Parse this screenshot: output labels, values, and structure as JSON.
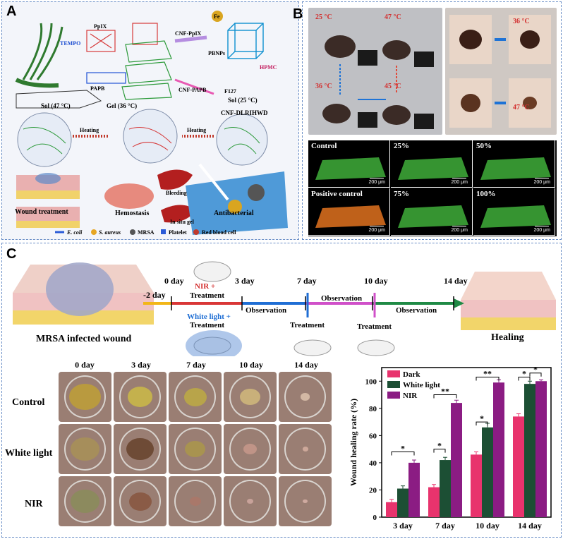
{
  "panels": {
    "a": "A",
    "b": "B",
    "c": "C"
  },
  "panel_a": {
    "tempo": "TEMPO",
    "ppix": "PpIX",
    "papb": "PAPB",
    "cnf_ppix": "CNF-PpIX",
    "cnf_papb": "CNF-PAPB",
    "pbnps": "PBNPs",
    "fe_label": "Fe",
    "f127": "F127",
    "hpmc": "HPMC",
    "sol47": "Sol (47 °C)",
    "sol25": "Sol (25 °C)",
    "gel36": "Gel (36 °C)",
    "cnf_dlrihwd": "CNF-DLRIHWD",
    "heating1": "Heating",
    "heating2": "Heating",
    "bleeding": "Bleeding",
    "in_situ_gel": "In situ gel",
    "wound_treatment": "Wound treatment",
    "hemostasis": "Hemostasis",
    "antibacterial": "Antibacterial",
    "legend": [
      "E. coli",
      "S. aureus",
      "MRSA",
      "Platelet",
      "Red blood cell"
    ]
  },
  "panel_b": {
    "temps": [
      "25 °C",
      "47 °C",
      "36 °C",
      "45 °C"
    ],
    "skin_temps": [
      "36 °C",
      "47 °C"
    ],
    "confocal": [
      {
        "label": "Control",
        "scale": "200 μm",
        "color": "#3fae3a"
      },
      {
        "label": "25%",
        "scale": "200 μm",
        "color": "#3fae3a"
      },
      {
        "label": "50%",
        "scale": "200 μm",
        "color": "#3fae3a"
      },
      {
        "label": "Positive control",
        "scale": "200 μm",
        "color": "#e0721f"
      },
      {
        "label": "75%",
        "scale": "200 μm",
        "color": "#3fae3a"
      },
      {
        "label": "100%",
        "scale": "200 μm",
        "color": "#3fae3a"
      }
    ]
  },
  "panel_c": {
    "mrsa": "MRSA infected wound",
    "healing": "Healing",
    "days": [
      "-2 day",
      "0 day",
      "3 day",
      "7 day",
      "10 day",
      "14 day"
    ],
    "nir_plus": "NIR +",
    "treatment1": "Treatment",
    "white_plus": "White light +",
    "treatment2": "Treatment",
    "observation1": "Observation",
    "observation2": "Observation",
    "observation3": "Observation",
    "treatment3": "Treatment",
    "treatment4": "Treatment",
    "photo_cols": [
      "0 day",
      "3 day",
      "7 day",
      "10 day",
      "14 day"
    ],
    "photo_rows": [
      "Control",
      "White light",
      "NIR"
    ]
  },
  "chart_data": {
    "type": "bar",
    "categories": [
      "3 day",
      "7 day",
      "10 day",
      "14 day"
    ],
    "series": [
      {
        "name": "Dark",
        "values": [
          11,
          22,
          46,
          74
        ],
        "errors": [
          2,
          2,
          2,
          2
        ],
        "color": "#e8336d"
      },
      {
        "name": "White light",
        "values": [
          21,
          42,
          66,
          98
        ],
        "errors": [
          2,
          2,
          3,
          2
        ],
        "color": "#1c4f34"
      },
      {
        "name": "NIR",
        "values": [
          40,
          84,
          99,
          100
        ],
        "errors": [
          2,
          2,
          2,
          1
        ],
        "color": "#8b1c83"
      }
    ],
    "xlabel": "",
    "ylabel": "Wound healing rate (%)",
    "ylim": [
      0,
      110
    ],
    "yticks": [
      0,
      20,
      40,
      60,
      80,
      100
    ],
    "significance": [
      "*",
      "*",
      "**",
      "*",
      "**",
      "*",
      "*"
    ],
    "legend_position": "top-left"
  }
}
